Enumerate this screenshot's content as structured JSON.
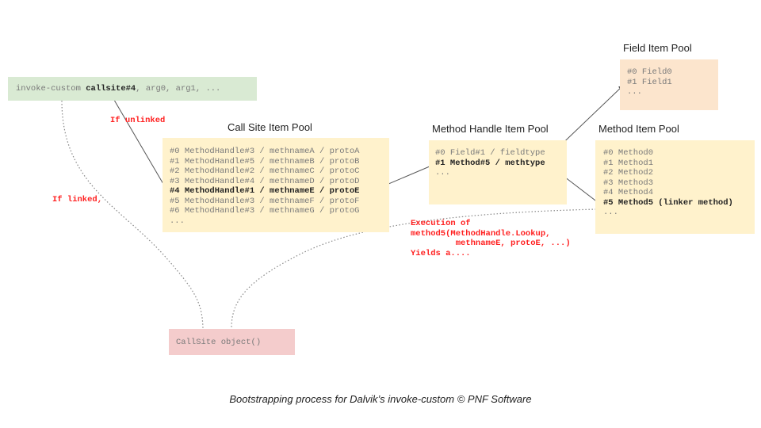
{
  "colors": {
    "invoke_box": "#d9ead3",
    "pool_box": "#fff2cc",
    "field_box": "#fce5cd",
    "callsite_box": "#f4cccc",
    "annotation": "#ff2020",
    "arrow": "#555555"
  },
  "invoke": {
    "prefix": "invoke-custom ",
    "callsite": "callsite#4",
    "suffix": ", arg0, arg1, ..."
  },
  "annotations": {
    "if_unlinked": "If unlinked",
    "if_linked": "If linked,",
    "execution": [
      "Execution of",
      "method5(MethodHandle.Lookup,",
      "         methnameE, protoE, ...)",
      "Yields a...."
    ]
  },
  "call_site_pool": {
    "title": "Call Site Item Pool",
    "items": [
      {
        "text": "#0 MethodHandle#3 / methnameA / protoA",
        "bold": false
      },
      {
        "text": "#1 MethodHandle#5 / methnameB / protoB",
        "bold": false
      },
      {
        "text": "#2 MethodHandle#2 / methnameC / protoC",
        "bold": false
      },
      {
        "text": "#3 MethodHandle#4 / methnameD / protoD",
        "bold": false
      },
      {
        "text": "#4 MethodHandle#1 / methnameE / protoE",
        "bold": true
      },
      {
        "text": "#5 MethodHandle#3 / methnameF / protoF",
        "bold": false
      },
      {
        "text": "#6 MethodHandle#3 / methnameG / protoG",
        "bold": false
      },
      {
        "text": "...",
        "bold": false
      }
    ]
  },
  "method_handle_pool": {
    "title": "Method Handle Item Pool",
    "items": [
      {
        "text": "#0 Field#1 / fieldtype",
        "bold": false
      },
      {
        "text": "#1 Method#5 / methtype",
        "bold": true
      },
      {
        "text": "...",
        "bold": false
      }
    ]
  },
  "field_pool": {
    "title": "Field Item Pool",
    "items": [
      {
        "text": "#0 Field0",
        "bold": false
      },
      {
        "text": "#1 Field1",
        "bold": false
      },
      {
        "text": "...",
        "bold": false
      }
    ]
  },
  "method_pool": {
    "title": "Method Item Pool",
    "items": [
      {
        "text": "#0 Method0",
        "bold": false
      },
      {
        "text": "#1 Method1",
        "bold": false
      },
      {
        "text": "#2 Method2",
        "bold": false
      },
      {
        "text": "#3 Method3",
        "bold": false
      },
      {
        "text": "#4 Method4",
        "bold": false
      },
      {
        "text": "#5 Method5 (linker method)",
        "bold": true
      },
      {
        "text": "...",
        "bold": false
      }
    ]
  },
  "callsite_object": {
    "label": "CallSite object()"
  },
  "caption": "Bootstrapping process for Dalvik’s invoke-custom © PNF Software"
}
